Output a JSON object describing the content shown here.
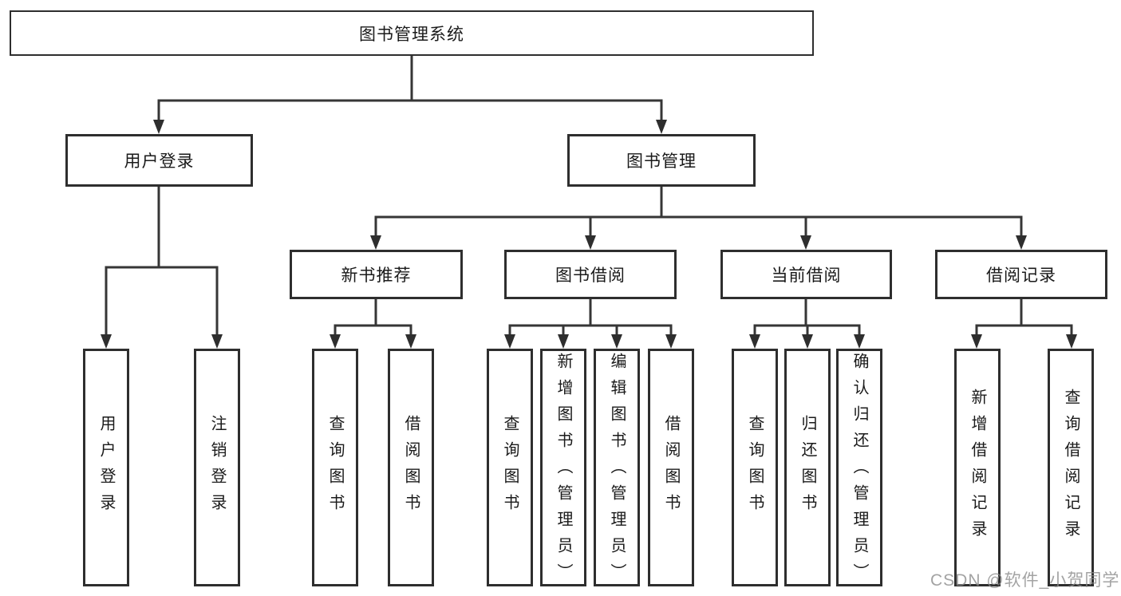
{
  "tree": {
    "root": {
      "label": "图书管理系统"
    },
    "branches": [
      {
        "label": "用户登录",
        "leaves": [
          "用户登录",
          "注销登录"
        ]
      },
      {
        "label": "图书管理",
        "groups": [
          {
            "label": "新书推荐",
            "leaves": [
              "查询图书",
              "借阅图书"
            ]
          },
          {
            "label": "图书借阅",
            "leaves": [
              "查询图书",
              "新增图书（管理员）",
              "编辑图书（管理员）",
              "借阅图书"
            ]
          },
          {
            "label": "当前借阅",
            "leaves": [
              "查询图书",
              "归还图书",
              "确认归还（管理员）"
            ]
          },
          {
            "label": "借阅记录",
            "leaves": [
              "新增借阅记录",
              "查询借阅记录"
            ]
          }
        ]
      }
    ]
  },
  "watermark": "CSDN @软件_小贺同学",
  "colors": {
    "line": "#363636",
    "box_border": "#2e2e2e",
    "text": "#1a1a1a",
    "watermark": "#8c8c8c",
    "background": "#ffffff"
  }
}
